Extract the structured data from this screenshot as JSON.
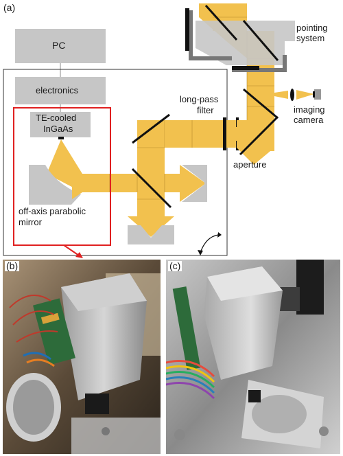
{
  "panels": {
    "a": "(a)",
    "b": "(b)",
    "c": "(c)"
  },
  "diagram": {
    "pc": "PC",
    "electronics": "electronics",
    "detector_line1": "TE-cooled",
    "detector_line2": "InGaAs",
    "mirror_line1": "off-axis parabolic",
    "mirror_line2": "mirror",
    "filter_line1": "long-pass",
    "filter_line2": "filter",
    "aperture": "aperture",
    "pointing_line1": "pointing",
    "pointing_line2": "system",
    "camera_line1": "imaging",
    "camera_line2": "camera"
  },
  "colors": {
    "beam": "#f2c14e",
    "component_gray": "#c8c8c8",
    "box_gray": "#b3b3b3",
    "highlight": "#e02020",
    "mirror": "#111111"
  }
}
